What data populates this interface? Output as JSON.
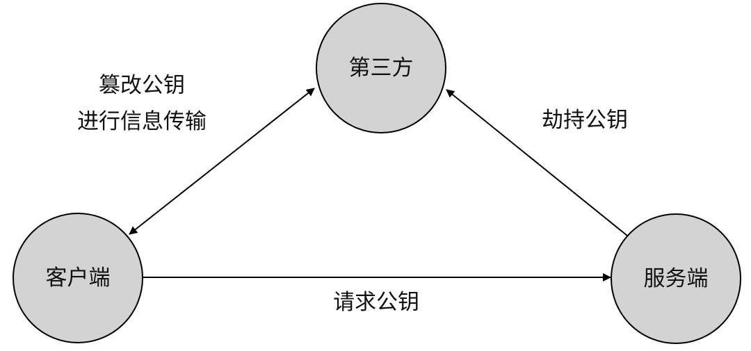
{
  "nodes": {
    "third_party": "第三方",
    "client": "客户端",
    "server": "服务端"
  },
  "edges": {
    "client_third_party": {
      "label_lines": [
        "篡改公钥",
        "进行信息传输"
      ],
      "direction": "both"
    },
    "server_third_party": {
      "label": "劫持公钥",
      "direction": "to-third-party"
    },
    "client_server": {
      "label": "请求公钥",
      "direction": "to-server"
    }
  },
  "colors": {
    "node_fill": "#d3d3d3",
    "stroke": "#000000",
    "text": "#111111"
  }
}
